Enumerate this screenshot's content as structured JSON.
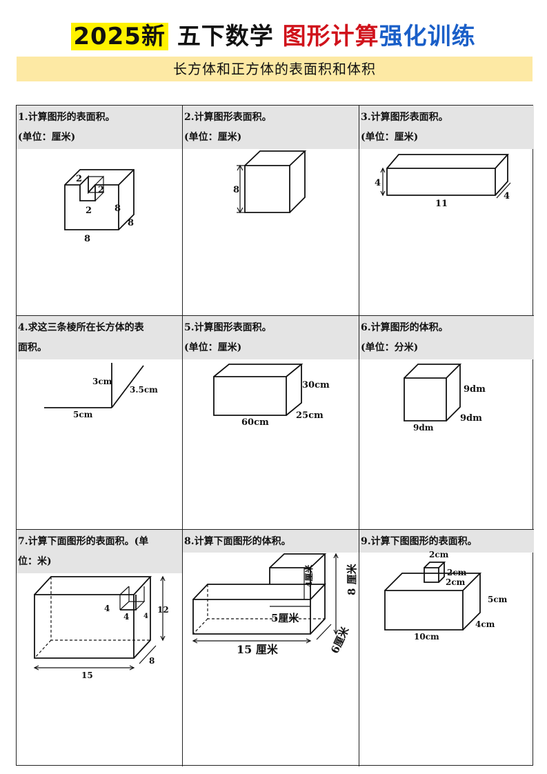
{
  "header": {
    "year_tag": "2025新",
    "grade_subject": "五下数学",
    "topic_red": "图形计算",
    "topic_blue": "强化训练",
    "subtitle": "长方体和正方体的表面积和体积",
    "colors": {
      "highlight": "#fff200",
      "red": "#d0121b",
      "blue": "#1a5fc8",
      "subtitle_bg": "#fde9a4",
      "question_bg": "#e4e4e4"
    }
  },
  "questions": [
    {
      "no": "1.",
      "text": "计算图形的表面积。",
      "unit": "(单位：厘米)",
      "labels": [
        "2",
        "2",
        "2",
        "8",
        "8",
        "8"
      ]
    },
    {
      "no": "2.",
      "text": "计算图形表面积。",
      "unit": "(单位：厘米)",
      "labels": [
        "8"
      ]
    },
    {
      "no": "3.",
      "text": "计算图形表面积。",
      "unit": "(单位：厘米)",
      "labels": [
        "4",
        "11",
        "4"
      ]
    },
    {
      "no": "4.",
      "text": "求这三条棱所在长方体的表",
      "text2": "面积。",
      "labels": [
        "3cm",
        "3.5cm",
        "5cm"
      ]
    },
    {
      "no": "5.",
      "text": "计算图形表面积。",
      "unit": "(单位：厘米)",
      "labels": [
        "30cm",
        "25cm",
        "60cm"
      ]
    },
    {
      "no": "6.",
      "text": "计算图形的体积。",
      "unit": "(单位：分米)",
      "labels": [
        "9dm",
        "9dm",
        "9dm"
      ]
    },
    {
      "no": "7.",
      "text": "计算下面图形的表面积。(单",
      "text2": "位：米)",
      "labels": [
        "12",
        "4",
        "4",
        "4",
        "15",
        "8"
      ]
    },
    {
      "no": "8.",
      "text": "计算下面图形的体积。",
      "labels": [
        "8 厘米",
        "4厘米",
        "5厘米",
        "15 厘米",
        "6厘米"
      ]
    },
    {
      "no": "9.",
      "text": "计算下图图形的表面积。",
      "labels": [
        "2cm",
        "2cm",
        "2cm",
        "5cm",
        "4cm",
        "10cm"
      ]
    }
  ]
}
